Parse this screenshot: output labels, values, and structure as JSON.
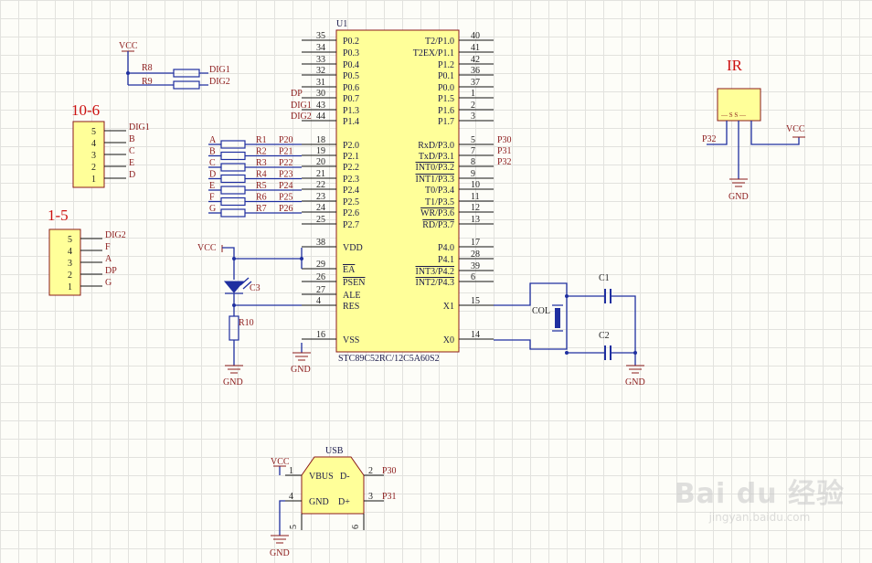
{
  "mcu": {
    "ref": "U1",
    "part": "STC89C52RC/12C5A60S2",
    "left_pins": [
      {
        "num": "35",
        "name": "P0.2",
        "net": ""
      },
      {
        "num": "34",
        "name": "P0.3",
        "net": ""
      },
      {
        "num": "33",
        "name": "P0.4",
        "net": ""
      },
      {
        "num": "32",
        "name": "P0.5",
        "net": ""
      },
      {
        "num": "31",
        "name": "P0.6",
        "net": ""
      },
      {
        "num": "30",
        "name": "P0.7",
        "net": "DP"
      },
      {
        "num": "43",
        "name": "P1.3",
        "net": "DIG1"
      },
      {
        "num": "44",
        "name": "P1.4",
        "net": "DIG2"
      },
      {
        "num": "18",
        "name": "P2.0",
        "net": ""
      },
      {
        "num": "19",
        "name": "P2.1",
        "net": ""
      },
      {
        "num": "20",
        "name": "P2.2",
        "net": ""
      },
      {
        "num": "21",
        "name": "P2.3",
        "net": ""
      },
      {
        "num": "22",
        "name": "P2.4",
        "net": ""
      },
      {
        "num": "23",
        "name": "P2.5",
        "net": ""
      },
      {
        "num": "24",
        "name": "P2.6",
        "net": ""
      },
      {
        "num": "25",
        "name": "P2.7",
        "net": ""
      },
      {
        "num": "38",
        "name": "VDD",
        "net": ""
      },
      {
        "num": "29",
        "name": "EA",
        "net": ""
      },
      {
        "num": "26",
        "name": "PSEN",
        "net": ""
      },
      {
        "num": "27",
        "name": "ALE",
        "net": ""
      },
      {
        "num": "4",
        "name": "RES",
        "net": ""
      },
      {
        "num": "16",
        "name": "VSS",
        "net": ""
      }
    ],
    "right_pins": [
      {
        "num": "40",
        "name": "T2/P1.0",
        "net": ""
      },
      {
        "num": "41",
        "name": "T2EX/P1.1",
        "net": ""
      },
      {
        "num": "42",
        "name": "P1.2",
        "net": ""
      },
      {
        "num": "36",
        "name": "P0.1",
        "net": ""
      },
      {
        "num": "37",
        "name": "P0.0",
        "net": ""
      },
      {
        "num": "1",
        "name": "P1.5",
        "net": ""
      },
      {
        "num": "2",
        "name": "P1.6",
        "net": ""
      },
      {
        "num": "3",
        "name": "P1.7",
        "net": ""
      },
      {
        "num": "5",
        "name": "RxD/P3.0",
        "net": "P30"
      },
      {
        "num": "7",
        "name": "TxD/P3.1",
        "net": "P31"
      },
      {
        "num": "8",
        "name": "INT0/P3.2",
        "net": "P32"
      },
      {
        "num": "9",
        "name": "INT1/P3.3",
        "net": ""
      },
      {
        "num": "10",
        "name": "T0/P3.4",
        "net": ""
      },
      {
        "num": "11",
        "name": "T1/P3.5",
        "net": ""
      },
      {
        "num": "12",
        "name": "WR/P3.6",
        "net": ""
      },
      {
        "num": "13",
        "name": "RD/P3.7",
        "net": ""
      },
      {
        "num": "17",
        "name": "P4.0",
        "net": ""
      },
      {
        "num": "28",
        "name": "P4.1",
        "net": ""
      },
      {
        "num": "39",
        "name": "INT3/P4.2",
        "net": ""
      },
      {
        "num": "6",
        "name": "INT2/P4.3",
        "net": ""
      },
      {
        "num": "15",
        "name": "X1",
        "net": ""
      },
      {
        "num": "14",
        "name": "X0",
        "net": ""
      }
    ]
  },
  "segment_resistors": [
    {
      "ref": "R1",
      "seg": "A",
      "net": "P20"
    },
    {
      "ref": "R2",
      "seg": "B",
      "net": "P21"
    },
    {
      "ref": "R3",
      "seg": "C",
      "net": "P22"
    },
    {
      "ref": "R4",
      "seg": "D",
      "net": "P23"
    },
    {
      "ref": "R5",
      "seg": "E",
      "net": "P24"
    },
    {
      "ref": "R6",
      "seg": "F",
      "net": "P25"
    },
    {
      "ref": "R7",
      "seg": "G",
      "net": "P26"
    }
  ],
  "digit_resistors": {
    "vcc": "VCC",
    "items": [
      {
        "ref": "R8",
        "net": "DIG1"
      },
      {
        "ref": "R9",
        "net": "DIG2"
      }
    ]
  },
  "connectors": [
    {
      "title": "10-6",
      "pins": [
        {
          "num": "5",
          "net": "DIG1"
        },
        {
          "num": "4",
          "net": "B"
        },
        {
          "num": "3",
          "net": "C"
        },
        {
          "num": "2",
          "net": "E"
        },
        {
          "num": "1",
          "net": "D"
        }
      ]
    },
    {
      "title": "1-5",
      "pins": [
        {
          "num": "5",
          "net": "DIG2"
        },
        {
          "num": "4",
          "net": "F"
        },
        {
          "num": "3",
          "net": "A"
        },
        {
          "num": "2",
          "net": "DP"
        },
        {
          "num": "1",
          "net": "G"
        }
      ]
    }
  ],
  "reset": {
    "vcc": "VCC",
    "cap": "C3",
    "res": "R10",
    "gnd": "GND"
  },
  "mcu_gnd": "GND",
  "crystal": {
    "ref": "COL",
    "c1": "C1",
    "c2": "C2",
    "gnd": "GND"
  },
  "ir": {
    "title": "IR",
    "body_text": "— S S —",
    "net": "P32",
    "vcc": "VCC",
    "gnd": "GND"
  },
  "usb": {
    "ref": "USB",
    "pins": [
      {
        "num": "1",
        "name": "VBUS",
        "net": "VCC"
      },
      {
        "num": "2",
        "name": "D-",
        "net": "P30"
      },
      {
        "num": "4",
        "name": "GND",
        "net": "GND"
      },
      {
        "num": "3",
        "name": "D+",
        "net": "P31"
      }
    ],
    "bottom_pins": [
      "5",
      "6"
    ]
  },
  "watermark": {
    "logo": "Bai du 经验",
    "url": "jingyan.baidu.com"
  }
}
